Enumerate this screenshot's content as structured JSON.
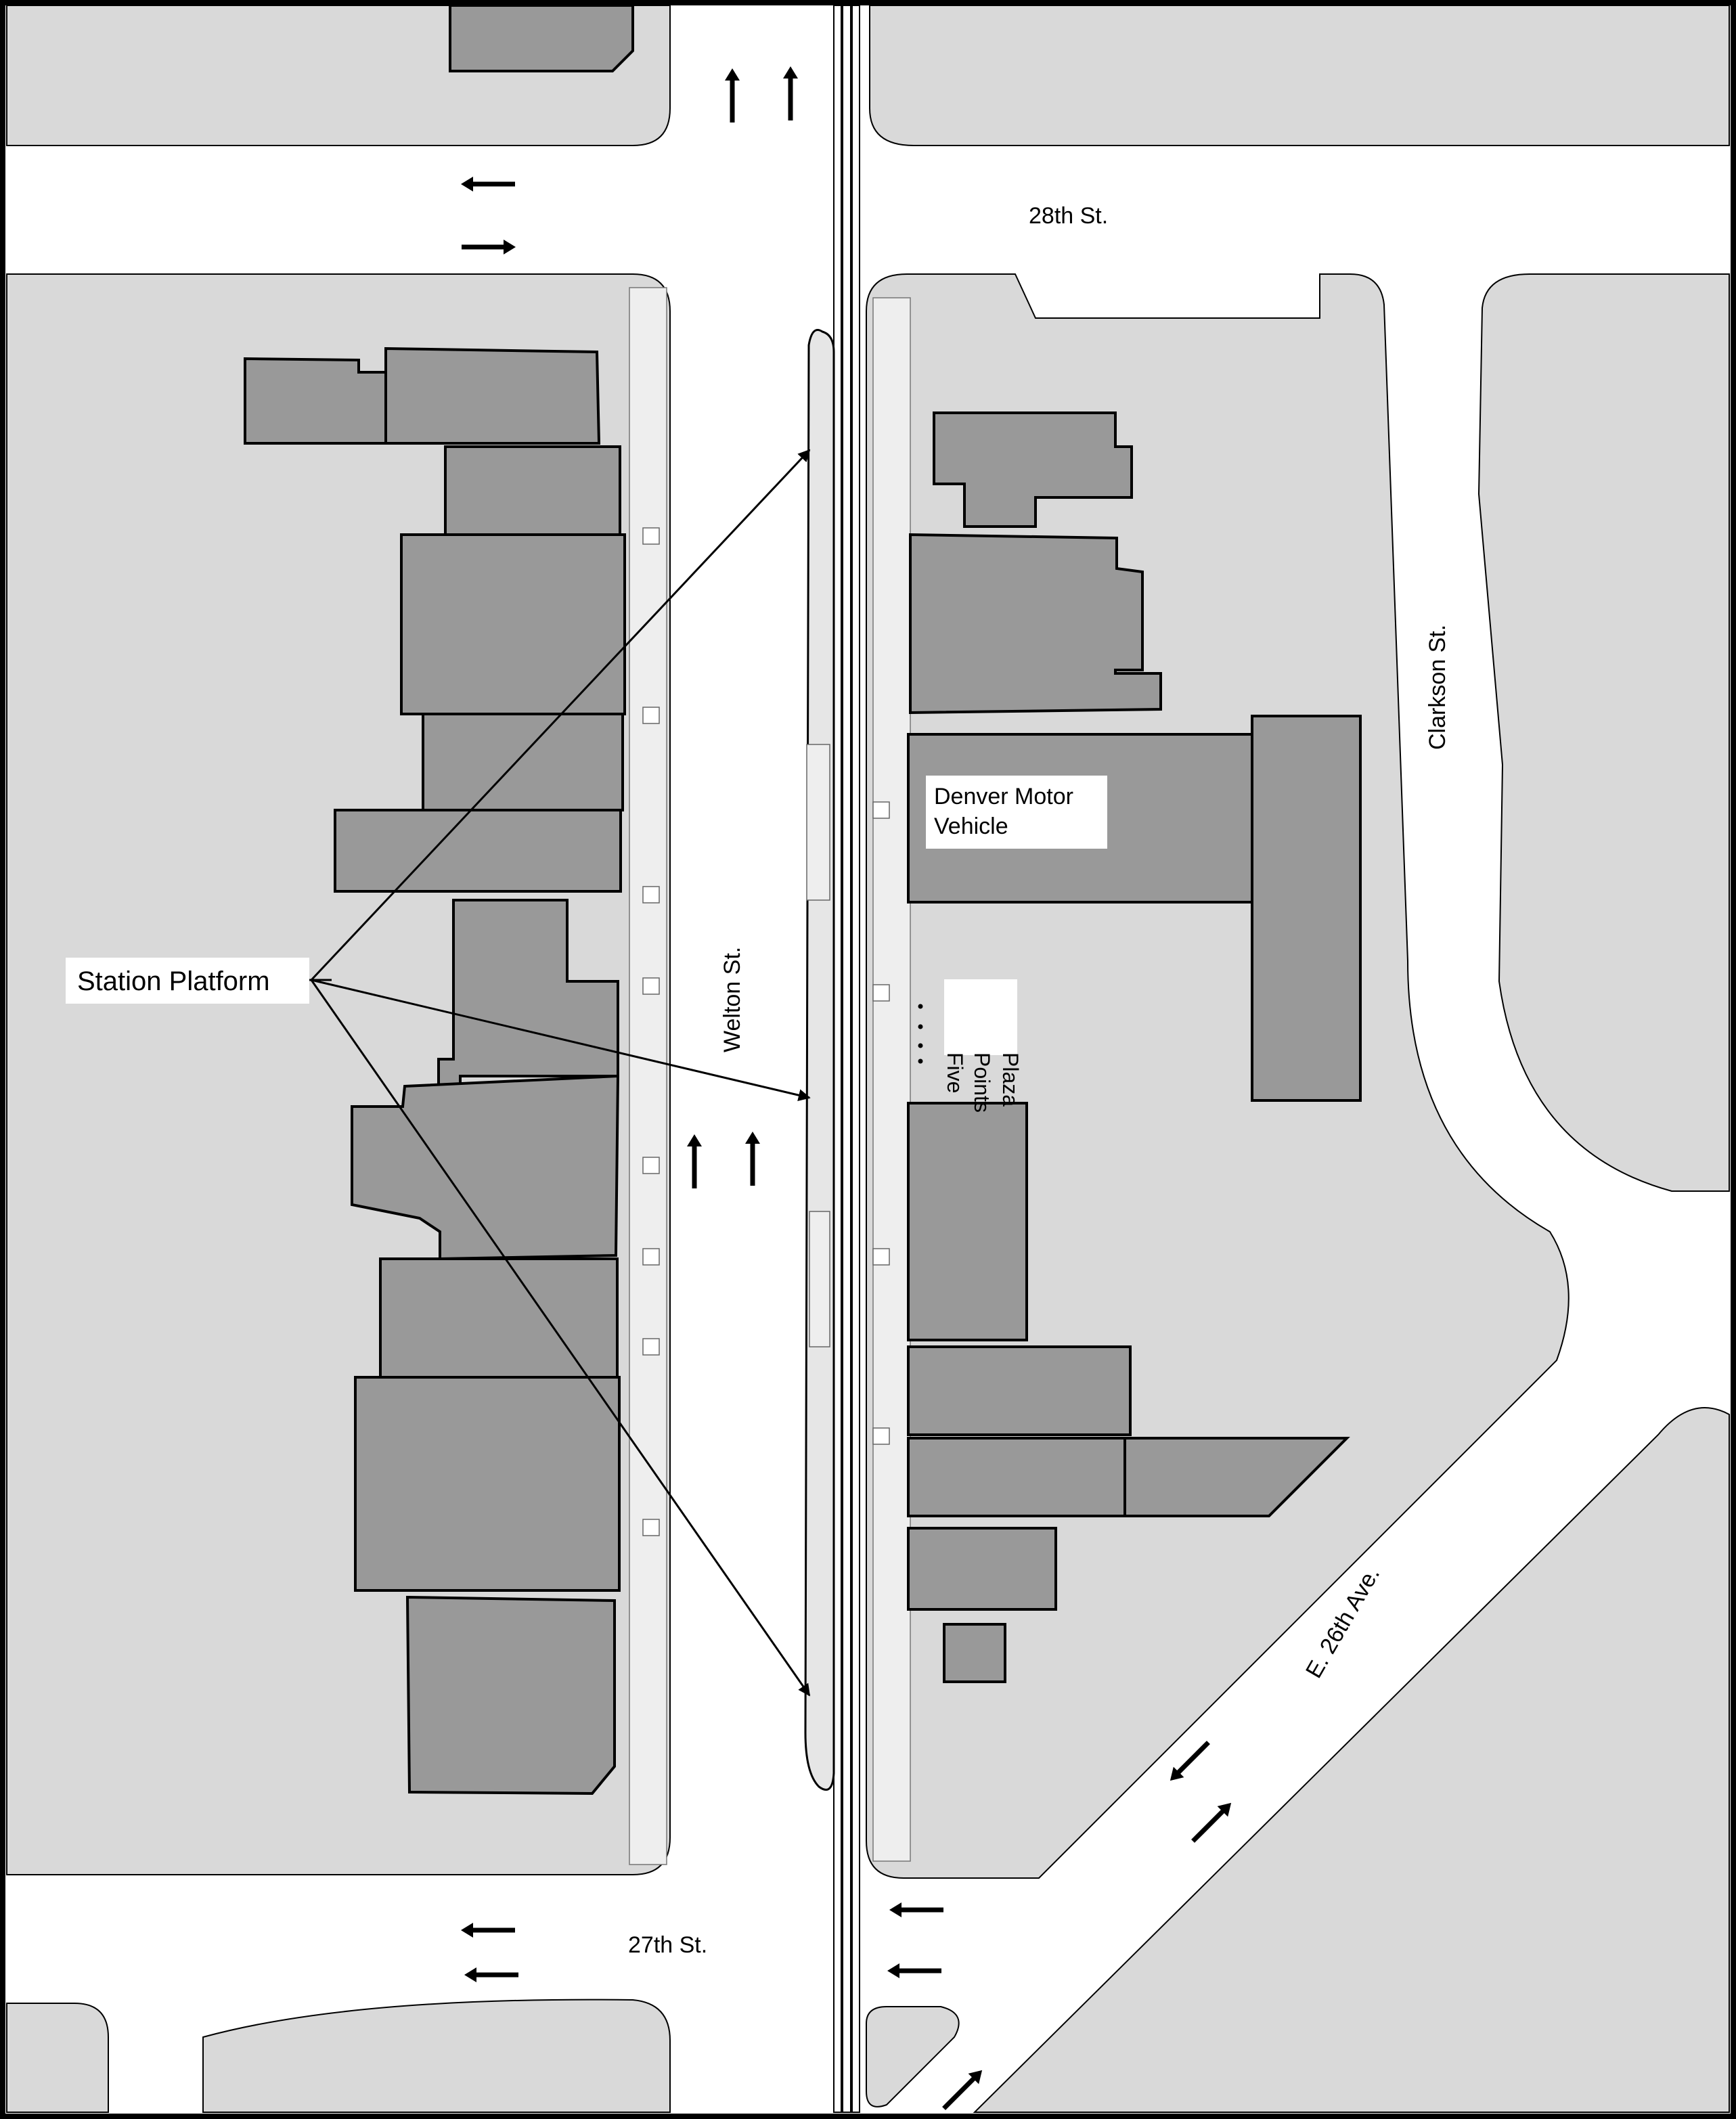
{
  "colors": {
    "block": "#d9d9d9",
    "road": "#ffffff",
    "building": "#999999",
    "outline": "#000000",
    "track": "#000000"
  },
  "labels": {
    "street_28th": "28th St.",
    "street_27th": "27th St.",
    "street_welton": "Welton St.",
    "street_clarkson": "Clarkson St.",
    "street_26th_ave": "E. 26th Ave.",
    "station_platform": "Station Platform",
    "dmv_line1": "Denver Motor",
    "dmv_line2": "Vehicle",
    "plaza_line1": "Five",
    "plaza_line2": "Points",
    "plaza_line3": "Plaza"
  },
  "icons": [
    "traffic-arrow-icon"
  ]
}
